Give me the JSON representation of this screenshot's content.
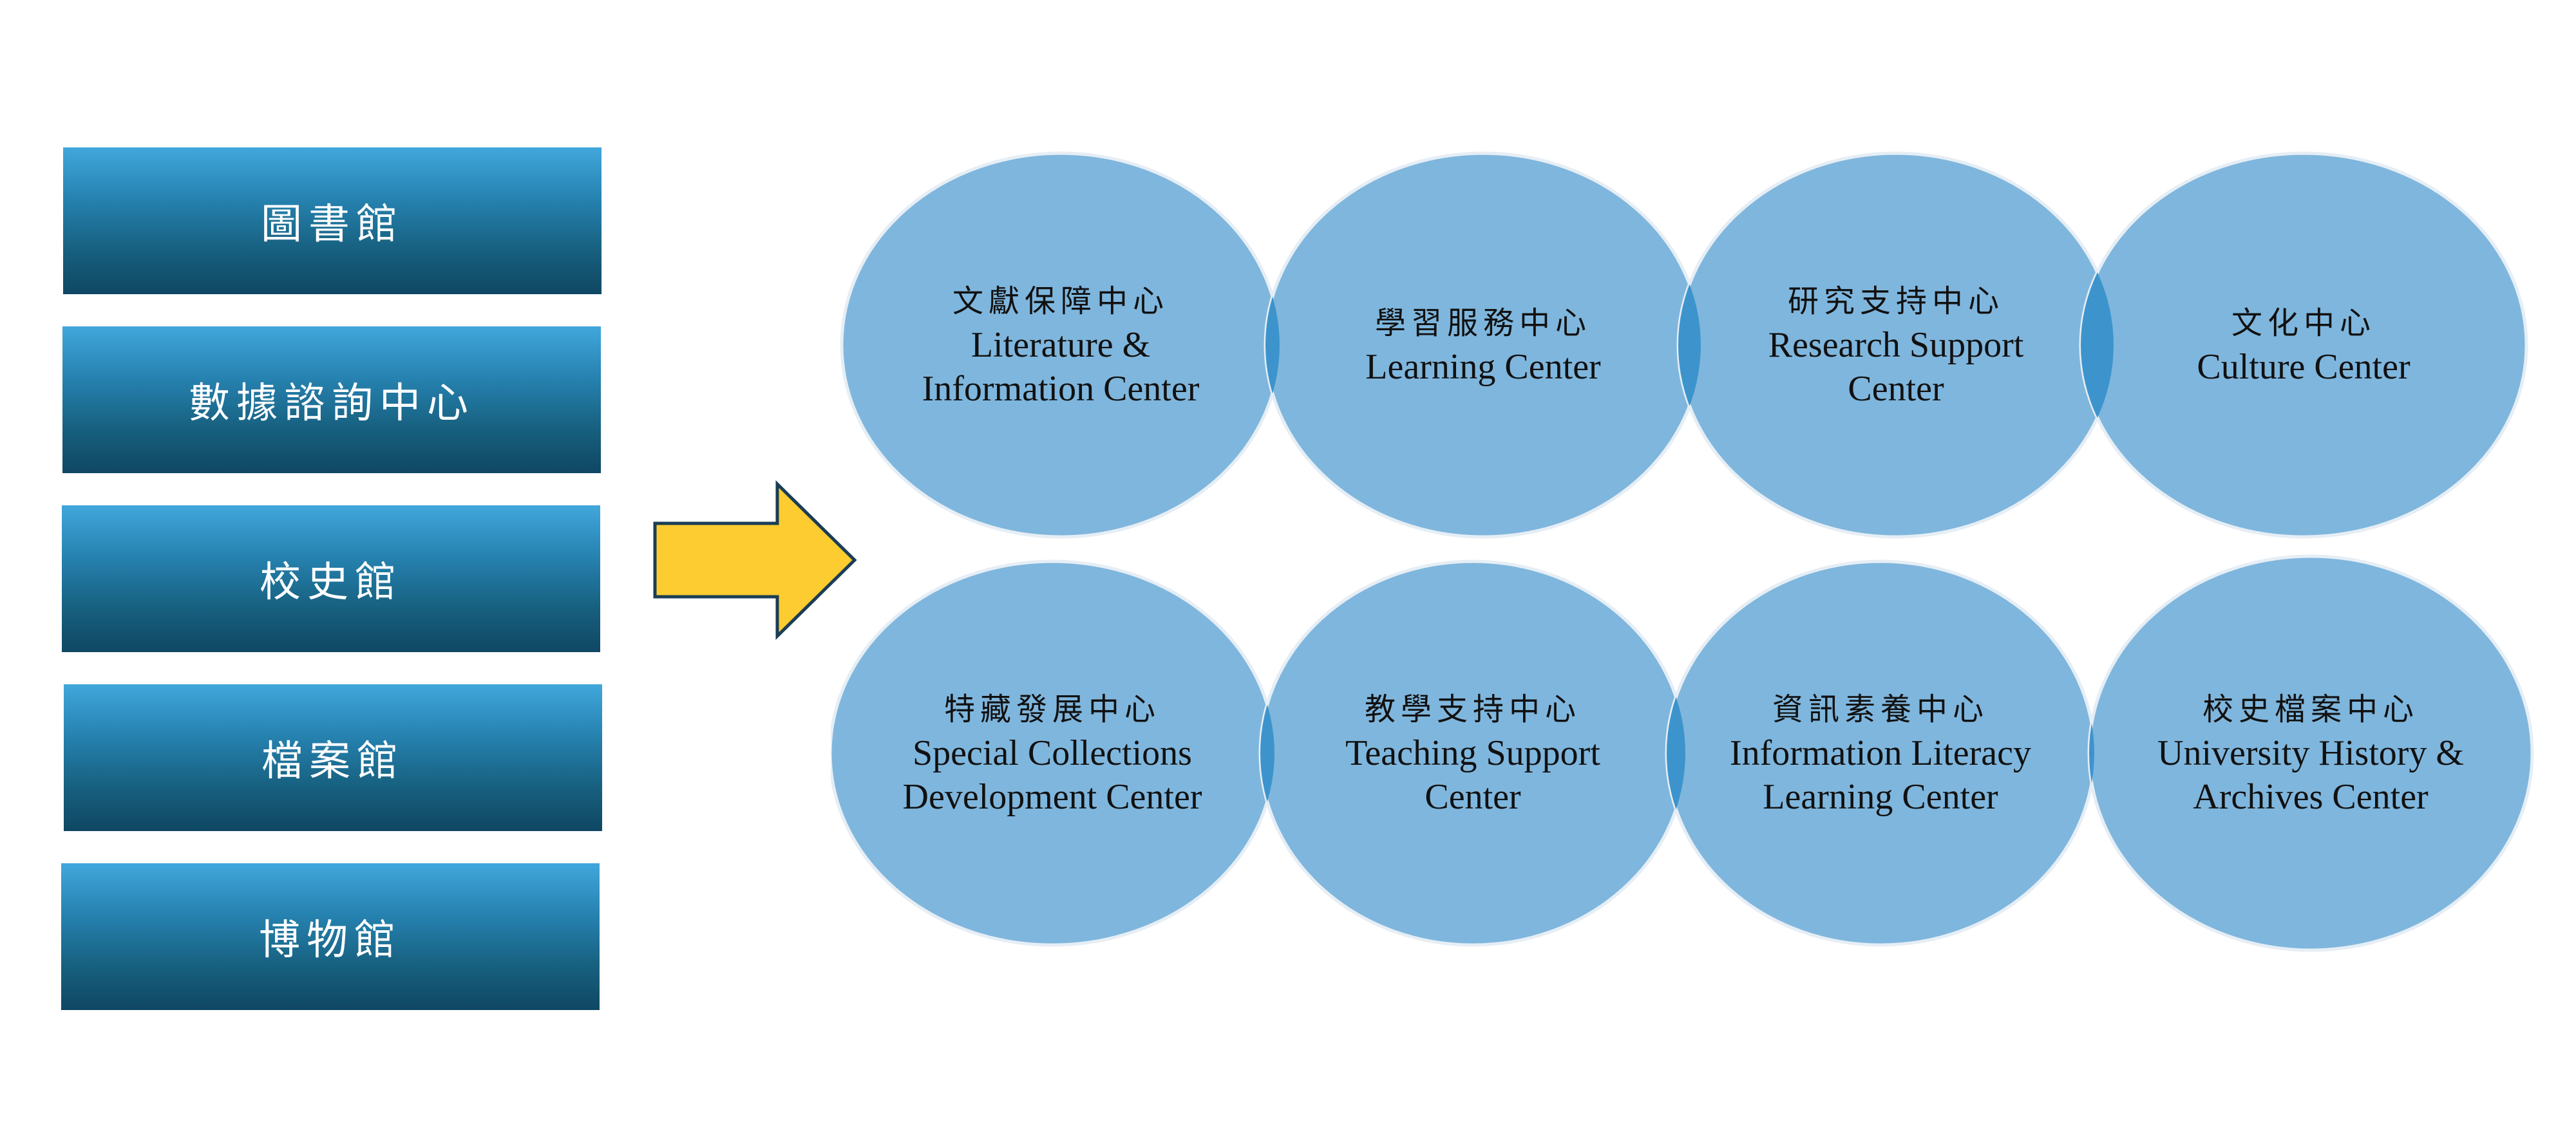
{
  "left_boxes": [
    {
      "label": "圖書館"
    },
    {
      "label": "數據諮詢中心"
    },
    {
      "label": "校史館"
    },
    {
      "label": "檔案館"
    },
    {
      "label": "博物館"
    }
  ],
  "centers": [
    {
      "cn": "文獻保障中心",
      "en": [
        "Literature &",
        "Information Center"
      ]
    },
    {
      "cn": "學習服務中心",
      "en": [
        "Learning Center"
      ]
    },
    {
      "cn": "研究支持中心",
      "en": [
        "Research Support",
        "Center"
      ]
    },
    {
      "cn": "文化中心",
      "en": [
        "Culture Center"
      ]
    },
    {
      "cn": "特藏發展中心",
      "en": [
        "Special Collections",
        "Development Center"
      ]
    },
    {
      "cn": "教學支持中心",
      "en": [
        "Teaching Support",
        "Center"
      ]
    },
    {
      "cn": "資訊素養中心",
      "en": [
        "Information Literacy",
        "Learning Center"
      ]
    },
    {
      "cn": "校史檔案中心",
      "en": [
        "University History &",
        "Archives Center"
      ]
    }
  ],
  "colors": {
    "box_top": "#41a7dc",
    "box_bottom": "#0f4763",
    "arrow_fill": "#fccc30",
    "arrow_stroke": "#1a3d55",
    "circle_fill": "#7fb6dd",
    "circle_overlap": "#3d94cc",
    "circle_stroke": "#e6eef5"
  }
}
